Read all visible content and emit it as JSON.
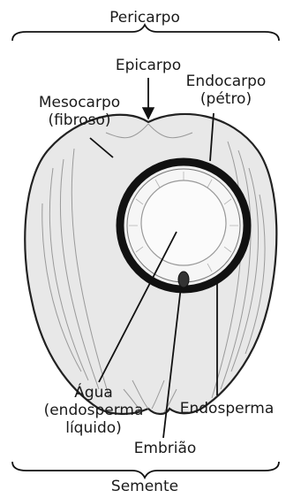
{
  "labels": {
    "pericarpo": "Pericarpo",
    "epicarpo": "Epicarpo",
    "mesocarpo_1": "Mesocarpo",
    "mesocarpo_2": "(fibroso)",
    "endocarpo_1": "Endocarpo",
    "endocarpo_2": "(pétro)",
    "agua_1": "Água",
    "agua_2": "(endosperma",
    "agua_3": "líquido)",
    "endosperma": "Endosperma",
    "embriao": "Embrião",
    "semente": "Semente"
  }
}
